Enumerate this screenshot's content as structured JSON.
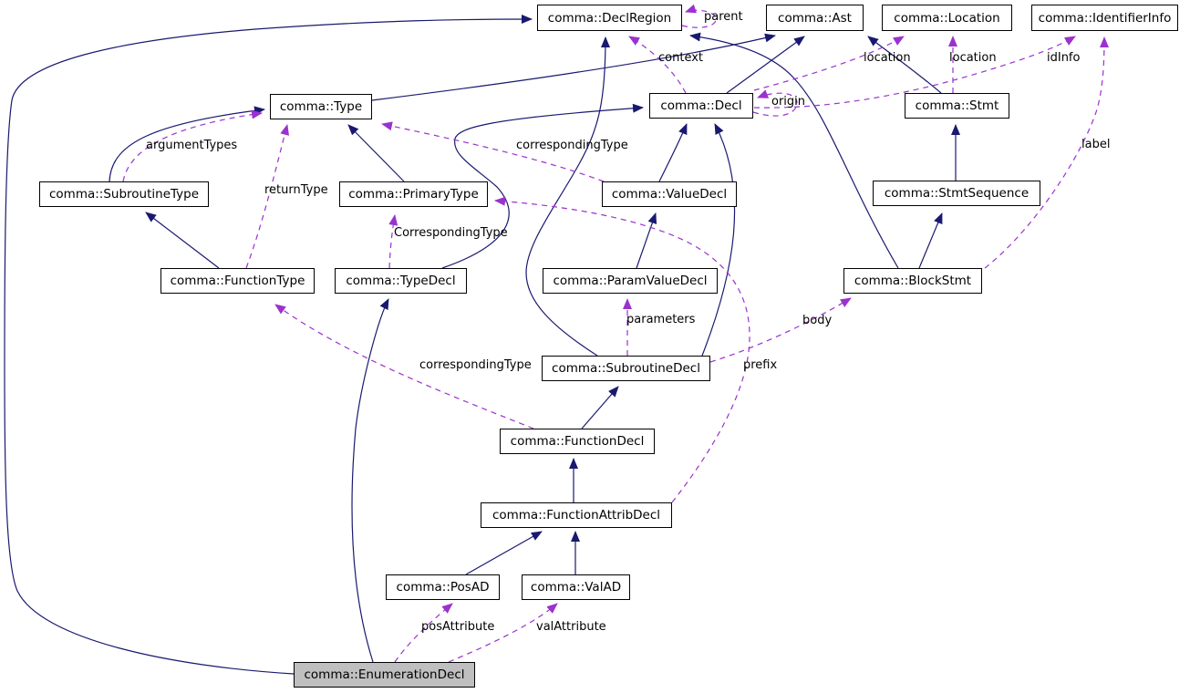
{
  "diagram": {
    "type": "class-collaboration-graph",
    "colors": {
      "inheritance_edge": "#191970",
      "usage_edge": "#9a32cd",
      "node_fill": "#ffffff",
      "node_border": "#000000",
      "highlight_fill": "#bfbfbf"
    },
    "nodes": [
      {
        "id": "DeclRegion",
        "label": "comma::DeclRegion",
        "highlighted": false
      },
      {
        "id": "Ast",
        "label": "comma::Ast",
        "highlighted": false
      },
      {
        "id": "Location",
        "label": "comma::Location",
        "highlighted": false
      },
      {
        "id": "IdentifierInfo",
        "label": "comma::IdentifierInfo",
        "highlighted": false
      },
      {
        "id": "Type",
        "label": "comma::Type",
        "highlighted": false
      },
      {
        "id": "Decl",
        "label": "comma::Decl",
        "highlighted": false
      },
      {
        "id": "Stmt",
        "label": "comma::Stmt",
        "highlighted": false
      },
      {
        "id": "SubroutineType",
        "label": "comma::SubroutineType",
        "highlighted": false
      },
      {
        "id": "PrimaryType",
        "label": "comma::PrimaryType",
        "highlighted": false
      },
      {
        "id": "ValueDecl",
        "label": "comma::ValueDecl",
        "highlighted": false
      },
      {
        "id": "StmtSequence",
        "label": "comma::StmtSequence",
        "highlighted": false
      },
      {
        "id": "FunctionType",
        "label": "comma::FunctionType",
        "highlighted": false
      },
      {
        "id": "TypeDecl",
        "label": "comma::TypeDecl",
        "highlighted": false
      },
      {
        "id": "ParamValueDecl",
        "label": "comma::ParamValueDecl",
        "highlighted": false
      },
      {
        "id": "BlockStmt",
        "label": "comma::BlockStmt",
        "highlighted": false
      },
      {
        "id": "SubroutineDecl",
        "label": "comma::SubroutineDecl",
        "highlighted": false
      },
      {
        "id": "FunctionDecl",
        "label": "comma::FunctionDecl",
        "highlighted": false
      },
      {
        "id": "FunctionAttribDecl",
        "label": "comma::FunctionAttribDecl",
        "highlighted": false
      },
      {
        "id": "PosAD",
        "label": "comma::PosAD",
        "highlighted": false
      },
      {
        "id": "ValAD",
        "label": "comma::ValAD",
        "highlighted": false
      },
      {
        "id": "EnumerationDecl",
        "label": "comma::EnumerationDecl",
        "highlighted": true
      }
    ],
    "edges": [
      {
        "id": "e1",
        "from": "Type",
        "to": "Ast",
        "type": "inheritance",
        "label": ""
      },
      {
        "id": "e2",
        "from": "Decl",
        "to": "Ast",
        "type": "inheritance",
        "label": ""
      },
      {
        "id": "e3",
        "from": "Stmt",
        "to": "Ast",
        "type": "inheritance",
        "label": ""
      },
      {
        "id": "e4",
        "from": "StmtSequence",
        "to": "Stmt",
        "type": "inheritance",
        "label": ""
      },
      {
        "id": "e5",
        "from": "BlockStmt",
        "to": "StmtSequence",
        "type": "inheritance",
        "label": ""
      },
      {
        "id": "e6",
        "from": "BlockStmt",
        "to": "DeclRegion",
        "type": "inheritance",
        "label": ""
      },
      {
        "id": "e7",
        "from": "ValueDecl",
        "to": "Decl",
        "type": "inheritance",
        "label": ""
      },
      {
        "id": "e8",
        "from": "SubroutineDecl",
        "to": "Decl",
        "type": "inheritance",
        "label": ""
      },
      {
        "id": "e9",
        "from": "TypeDecl",
        "to": "Decl",
        "type": "inheritance",
        "label": ""
      },
      {
        "id": "e10",
        "from": "PrimaryType",
        "to": "Type",
        "type": "inheritance",
        "label": ""
      },
      {
        "id": "e11",
        "from": "SubroutineType",
        "to": "Type",
        "type": "inheritance",
        "label": ""
      },
      {
        "id": "e12",
        "from": "FunctionType",
        "to": "SubroutineType",
        "type": "inheritance",
        "label": ""
      },
      {
        "id": "e13",
        "from": "ParamValueDecl",
        "to": "ValueDecl",
        "type": "inheritance",
        "label": ""
      },
      {
        "id": "e14",
        "from": "SubroutineDecl",
        "to": "DeclRegion",
        "type": "inheritance",
        "label": ""
      },
      {
        "id": "e15",
        "from": "FunctionDecl",
        "to": "SubroutineDecl",
        "type": "inheritance",
        "label": ""
      },
      {
        "id": "e16",
        "from": "FunctionAttribDecl",
        "to": "FunctionDecl",
        "type": "inheritance",
        "label": ""
      },
      {
        "id": "e17",
        "from": "PosAD",
        "to": "FunctionAttribDecl",
        "type": "inheritance",
        "label": ""
      },
      {
        "id": "e18",
        "from": "ValAD",
        "to": "FunctionAttribDecl",
        "type": "inheritance",
        "label": ""
      },
      {
        "id": "e19",
        "from": "EnumerationDecl",
        "to": "TypeDecl",
        "type": "inheritance",
        "label": ""
      },
      {
        "id": "e20",
        "from": "EnumerationDecl",
        "to": "DeclRegion",
        "type": "inheritance",
        "label": ""
      },
      {
        "id": "u1",
        "from": "DeclRegion",
        "to": "DeclRegion",
        "type": "usage",
        "label": "parent"
      },
      {
        "id": "u2",
        "from": "Decl",
        "to": "Decl",
        "type": "usage",
        "label": "origin"
      },
      {
        "id": "u3",
        "from": "Decl",
        "to": "DeclRegion",
        "type": "usage",
        "label": "context"
      },
      {
        "id": "u4",
        "from": "Decl",
        "to": "Location",
        "type": "usage",
        "label": "location"
      },
      {
        "id": "u5",
        "from": "Stmt",
        "to": "Location",
        "type": "usage",
        "label": "location"
      },
      {
        "id": "u6",
        "from": "Decl",
        "to": "IdentifierInfo",
        "type": "usage",
        "label": "idInfo"
      },
      {
        "id": "u7",
        "from": "BlockStmt",
        "to": "IdentifierInfo",
        "type": "usage",
        "label": "label"
      },
      {
        "id": "u8",
        "from": "SubroutineType",
        "to": "Type",
        "type": "usage",
        "label": "argumentTypes"
      },
      {
        "id": "u9",
        "from": "FunctionType",
        "to": "Type",
        "type": "usage",
        "label": "returnType"
      },
      {
        "id": "u10",
        "from": "ValueDecl",
        "to": "Type",
        "type": "usage",
        "label": "correspondingType"
      },
      {
        "id": "u11",
        "from": "TypeDecl",
        "to": "PrimaryType",
        "type": "usage",
        "label": "CorrespondingType"
      },
      {
        "id": "u12",
        "from": "SubroutineDecl",
        "to": "ParamValueDecl",
        "type": "usage",
        "label": "parameters"
      },
      {
        "id": "u13",
        "from": "SubroutineDecl",
        "to": "BlockStmt",
        "type": "usage",
        "label": "body"
      },
      {
        "id": "u14",
        "from": "FunctionAttribDecl",
        "to": "PrimaryType",
        "type": "usage",
        "label": "prefix"
      },
      {
        "id": "u15",
        "from": "FunctionDecl",
        "to": "FunctionType",
        "type": "usage",
        "label": "correspondingType"
      },
      {
        "id": "u16",
        "from": "EnumerationDecl",
        "to": "PosAD",
        "type": "usage",
        "label": "posAttribute"
      },
      {
        "id": "u17",
        "from": "EnumerationDecl",
        "to": "ValAD",
        "type": "usage",
        "label": "valAttribute"
      }
    ]
  }
}
